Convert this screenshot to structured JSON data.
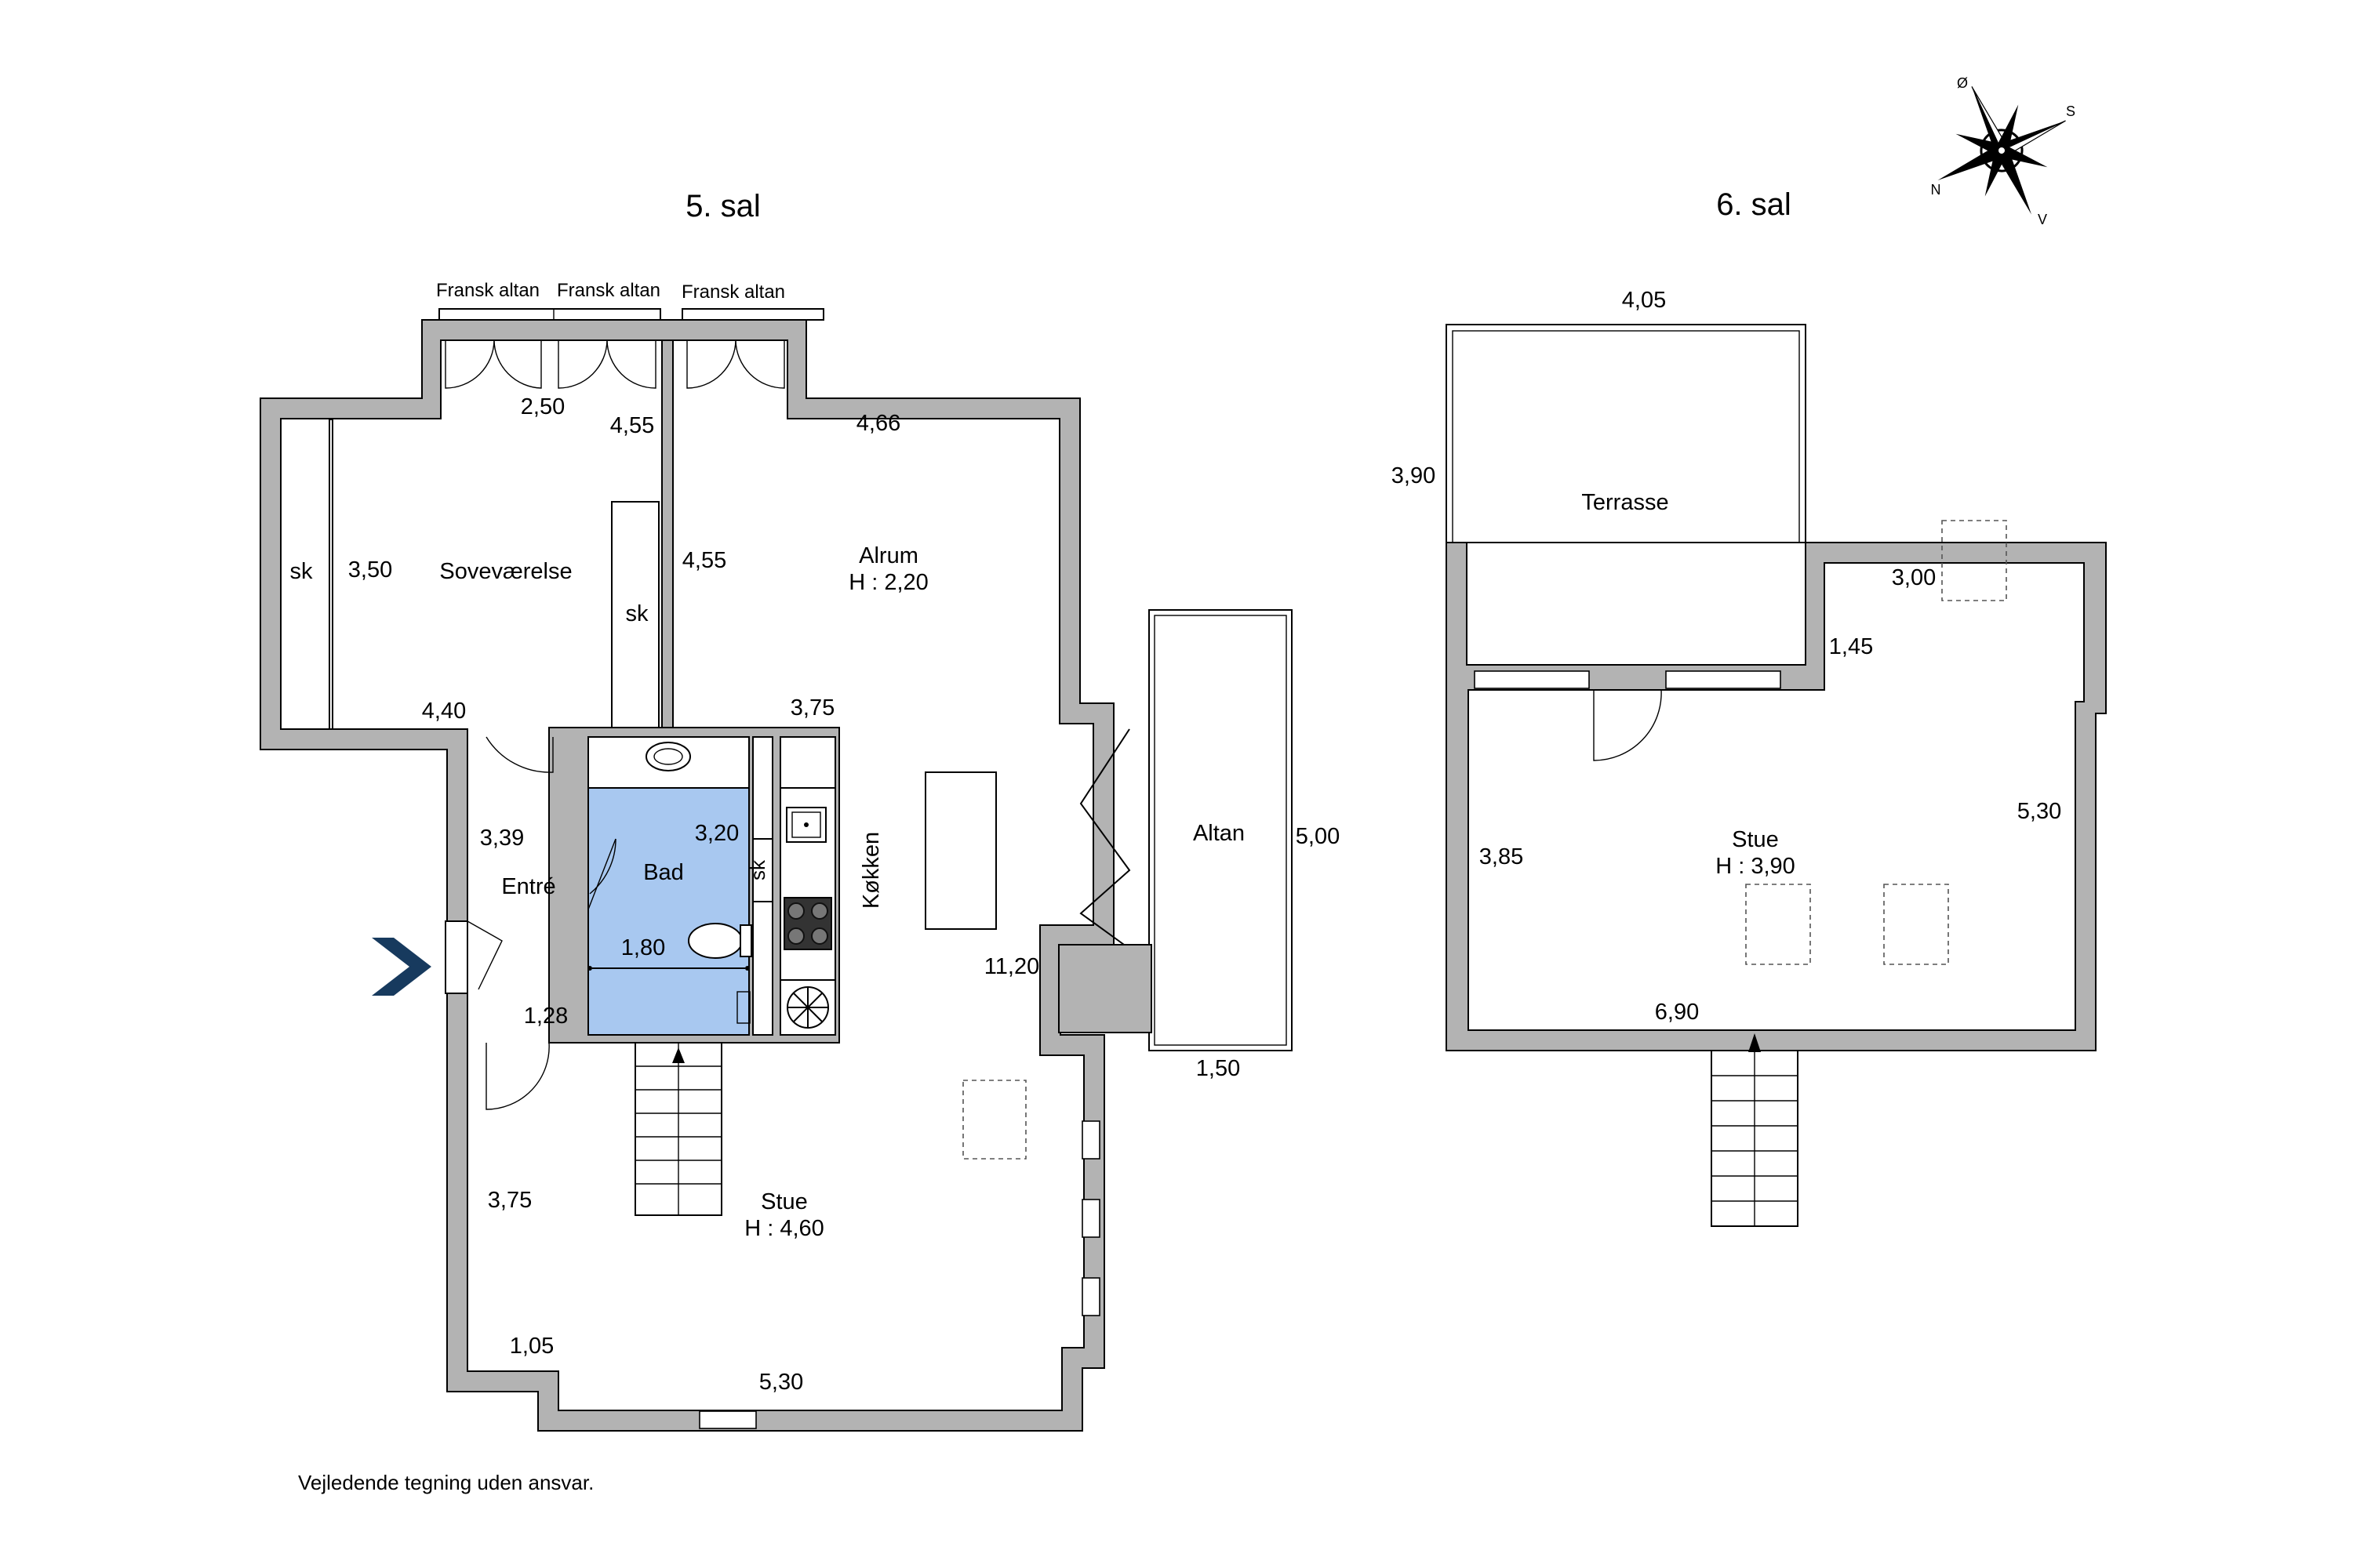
{
  "floor5": {
    "title": "5. sal",
    "balcony_labels": [
      "Fransk altan",
      "Fransk altan",
      "Fransk altan"
    ],
    "rooms": {
      "sovevaerelse": "Soveværelse",
      "alrum": "Alrum",
      "alrum_height": "H : 2,20",
      "altan": "Altan",
      "bad": "Bad",
      "entre": "Entré",
      "kokken": "Køkken",
      "stue": "Stue",
      "stue_height": "H : 4,60",
      "sk_left": "sk",
      "sk_center": "sk",
      "sk_bath": "sk"
    },
    "dimensions": {
      "d_2_50": "2,50",
      "d_4_55_top": "4,55",
      "d_4_66": "4,66",
      "d_3_50": "3,50",
      "d_4_55_mid": "4,55",
      "d_4_40": "4,40",
      "d_3_75_top": "3,75",
      "d_3_39": "3,39",
      "d_3_20": "3,20",
      "d_1_80": "1,80",
      "d_1_28": "1,28",
      "d_5_00": "5,00",
      "d_11_20": "11,20",
      "d_1_50": "1,50",
      "d_3_75_bottom": "3,75",
      "d_1_05": "1,05",
      "d_5_30": "5,30"
    }
  },
  "floor6": {
    "title": "6. sal",
    "rooms": {
      "terrasse": "Terrasse",
      "stue": "Stue",
      "stue_height": "H : 3,90"
    },
    "dimensions": {
      "d_4_05": "4,05",
      "d_3_90": "3,90",
      "d_3_00": "3,00",
      "d_1_45": "1,45",
      "d_5_30": "5,30",
      "d_3_85": "3,85",
      "d_6_90": "6,90"
    }
  },
  "compass": {
    "icon": "compass-rose-icon",
    "labels": {
      "o": "Ø",
      "s": "S",
      "n": "N",
      "v": "V"
    }
  },
  "entrance_marker": {
    "icon": "entrance-chevron-icon",
    "color": "#173a5e"
  },
  "colors": {
    "wall": "#b3b3b3",
    "bathroom": "#a8c8f0",
    "outline": "#000000"
  },
  "disclaimer": "Vejledende tegning uden ansvar."
}
